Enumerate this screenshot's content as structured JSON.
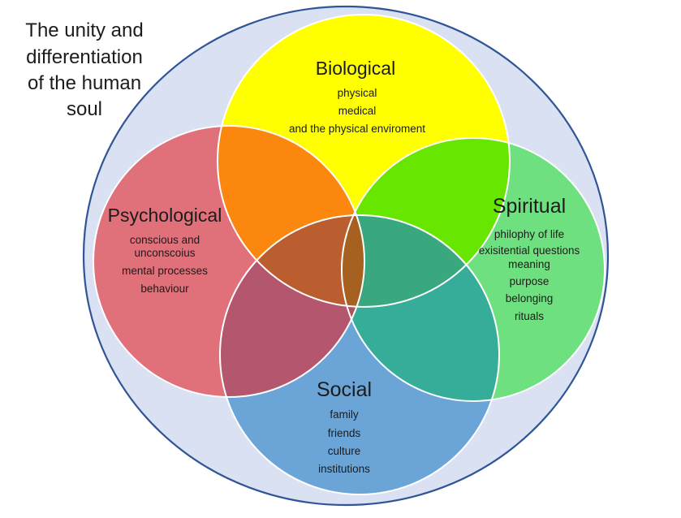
{
  "title": {
    "lines": [
      "The unity and",
      "differentiation",
      "of the human",
      "soul"
    ]
  },
  "venn": {
    "biological": {
      "label": "Biological",
      "items": [
        "physical",
        "medical",
        "and the physical enviroment"
      ]
    },
    "psychological": {
      "label": "Psychological",
      "items": [
        "conscious and",
        "unconscoius",
        "mental processes",
        "behaviour"
      ]
    },
    "spiritual": {
      "label": "Spiritual",
      "items": [
        "philophy of life",
        "exisitential questions",
        "meaning",
        "purpose",
        "belonging",
        "rituals"
      ]
    },
    "social": {
      "label": "Social",
      "items": [
        "family",
        "friends",
        "culture",
        "institutions"
      ]
    }
  },
  "colors": {
    "outer_fill": "#D9E1F2",
    "outer_stroke": "#2F5597",
    "circle_stroke": "#FFFFFF",
    "biological": "#FFFF00",
    "psychological": "#E0707A",
    "spiritual": "#6FE07F",
    "social": "#6BA5D8",
    "overlap_bio_psych": "#FC870E",
    "overlap_bio_spirit": "#67E600",
    "overlap_psych_social": "#B4566E",
    "overlap_spirit_social": "#35AD99",
    "overlap_bio_psych_social": "#BA5E30",
    "overlap_bio_spirit_social": "#3AA87E",
    "overlap_psych_spirit_social": "#A4585C",
    "overlap_all": "#A6601F",
    "text": "#1C1C1C"
  }
}
